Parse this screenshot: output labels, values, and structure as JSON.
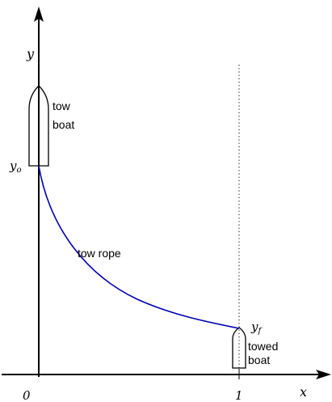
{
  "axes": {
    "x_label": "x",
    "y_label": "y",
    "origin_label": "0",
    "x_one_label": "1"
  },
  "points": {
    "yo_base": "y",
    "yo_sub": "o",
    "yf_base": "y",
    "yf_sub": "f"
  },
  "labels": {
    "tow_boat_line1": "tow",
    "tow_boat_line2": "boat",
    "tow_rope": "tow rope",
    "towed_boat_line1": "towed",
    "towed_boat_line2": "boat"
  },
  "colors": {
    "rope": "#0000b0",
    "ink": "#000000"
  }
}
